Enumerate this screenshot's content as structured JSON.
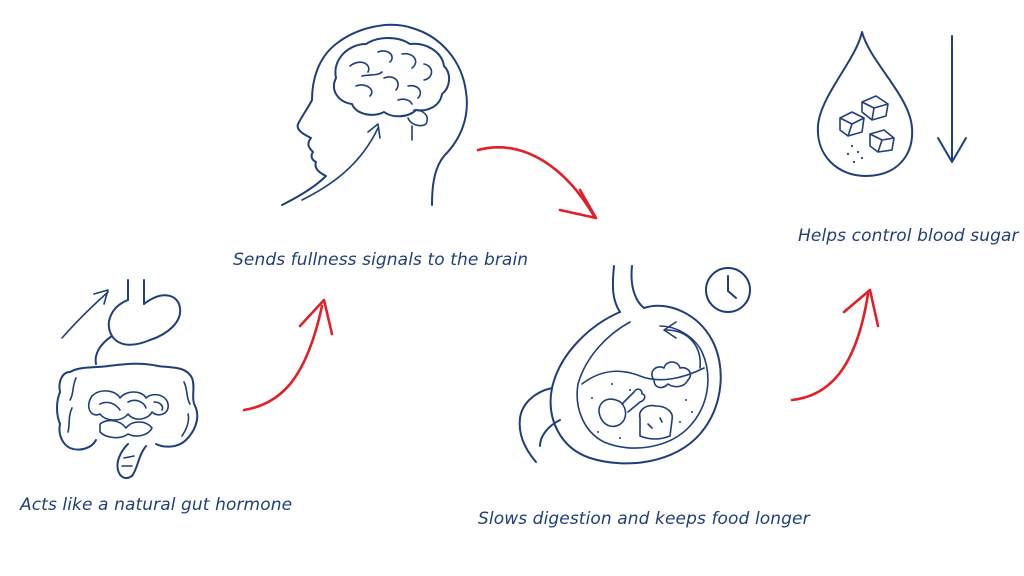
{
  "captions": {
    "brain": "Sends fullness signals to the brain",
    "blood_sugar": "Helps control blood sugar",
    "gut_hormone": "Acts like a natural gut hormone",
    "stomach": "Slows digestion and keeps food longer"
  },
  "colors": {
    "ink": "#1f3f7a",
    "flow_arrow": "#e21f26"
  },
  "icons": [
    "head-brain-icon",
    "blood-drop-sugar-icon",
    "down-arrow-icon",
    "digestive-system-icon",
    "stomach-food-icon",
    "clock-icon"
  ]
}
